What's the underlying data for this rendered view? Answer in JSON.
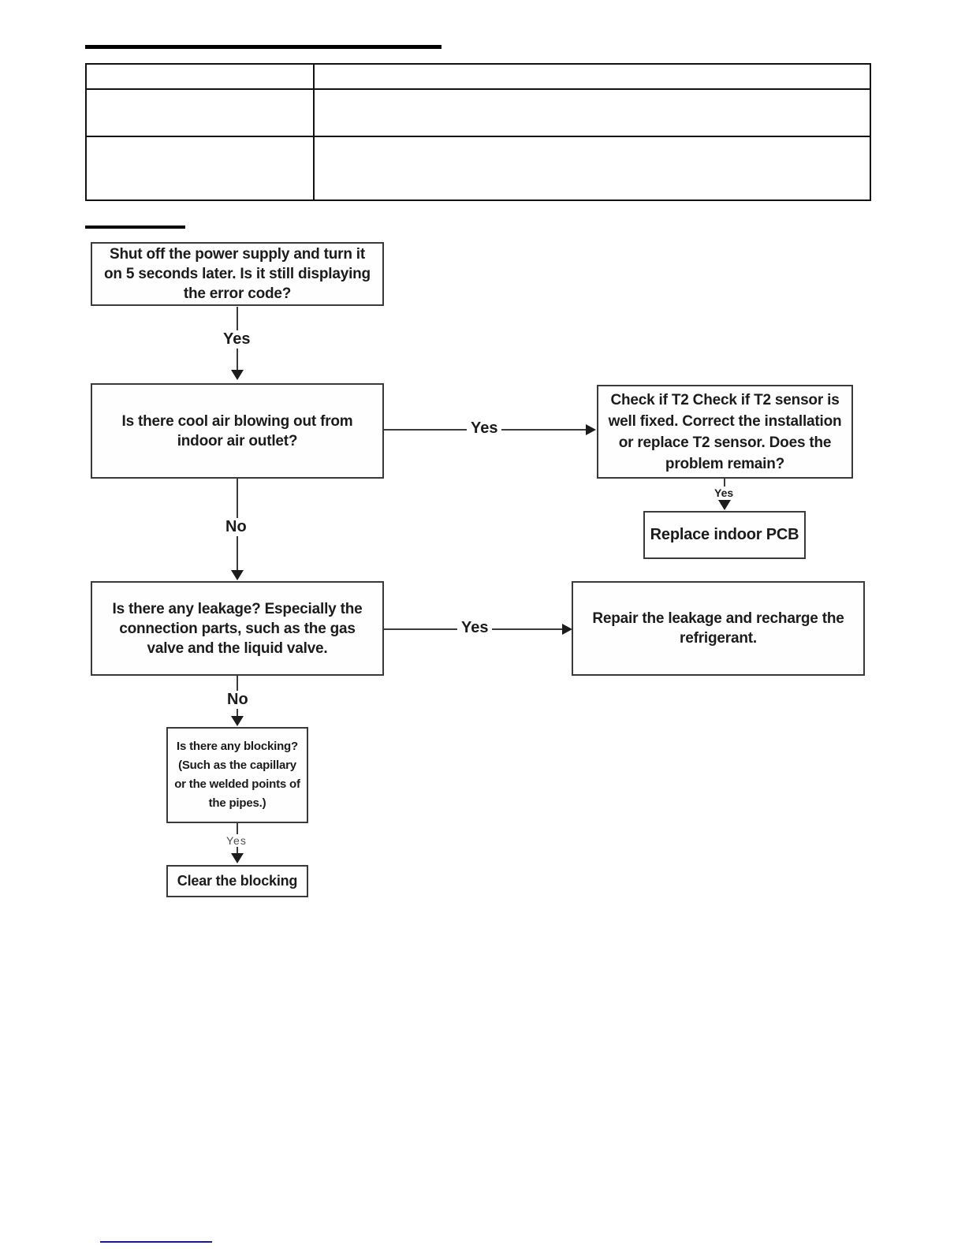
{
  "document": {
    "table": {
      "rows": [
        {
          "c1": "",
          "c2": ""
        },
        {
          "c1": "",
          "c2": ""
        },
        {
          "c1": "",
          "c2": ""
        }
      ]
    }
  },
  "flowchart": {
    "nodes": {
      "start": {
        "text": "Shut off the power supply and turn it on 5 seconds later. Is it still displaying the error code?"
      },
      "cool_air": {
        "text": "Is there cool air blowing out from indoor air outlet?"
      },
      "check_t2": {
        "text": "Check if T2 Check if T2 sensor is well fixed. Correct the installation or replace T2 sensor. Does the problem remain?"
      },
      "replace_pcb": {
        "text": "Replace indoor PCB"
      },
      "leakage": {
        "text": "Is there any leakage? Especially the connection parts, such as the gas valve and the liquid valve."
      },
      "repair_leakage": {
        "text": "Repair the leakage and recharge the refrigerant."
      },
      "blocking": {
        "text": "Is there any blocking? (Such as the capillary or the welded points of the pipes.)"
      },
      "clear_blocking": {
        "text": "Clear the blocking"
      }
    },
    "edge_labels": {
      "start_yes": "Yes",
      "cool_air_yes": "Yes",
      "check_t2_yes": "Yes",
      "cool_air_no": "No",
      "leakage_yes": "Yes",
      "leakage_no": "No",
      "blocking_yes": "Yes"
    }
  },
  "colors": {
    "accent_link_rule": "#1a1a8c",
    "connector": "#3c3c3c",
    "node_border": "#3a3a3a"
  }
}
